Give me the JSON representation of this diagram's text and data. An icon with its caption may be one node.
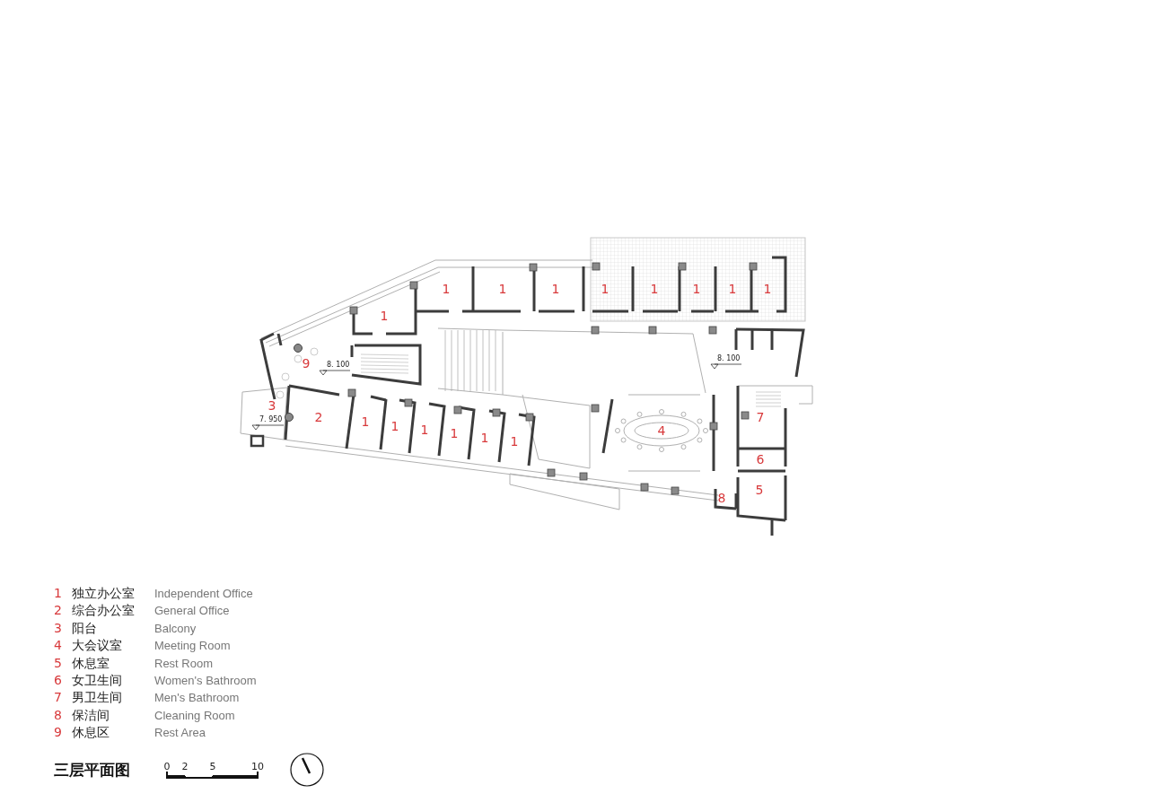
{
  "diagram": {
    "title": "三层平面图",
    "labels": [
      "1",
      "1",
      "1",
      "1",
      "1",
      "1",
      "1",
      "1",
      "1",
      "9",
      "8. 100",
      "8. 100",
      "7",
      "3",
      "7. 950",
      "2",
      "1",
      "1",
      "1",
      "1",
      "1",
      "1",
      "4",
      "6",
      "5",
      "8",
      "1",
      "独立办公室",
      "Independent Office",
      "2",
      "综合办公室",
      "General Office",
      "3",
      "阳台",
      "Balcony",
      "4",
      "大会议室",
      "Meeting Room",
      "5",
      "休息室",
      "Rest Room",
      "6",
      "女卫生间",
      "Women's Bathroom",
      "7",
      "男卫生间",
      "Men's Bathroom",
      "8",
      "保洁间",
      "Cleaning Room",
      "9",
      "休息区",
      "Rest Area",
      "0",
      "2",
      "5",
      "10"
    ]
  }
}
